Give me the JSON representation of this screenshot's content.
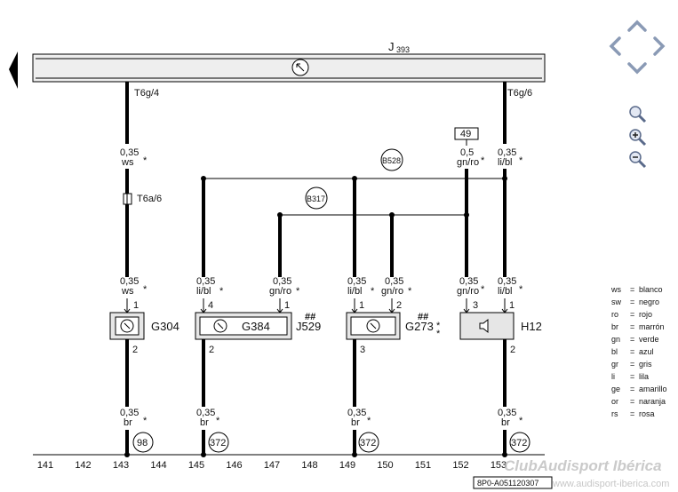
{
  "header": {
    "module_label": "J",
    "module_number": "393",
    "pin_left": "T6g/4",
    "pin_right": "T6g/6"
  },
  "connectors": {
    "t6a": "T6a/6",
    "terminal_49": "49",
    "b528": "B528",
    "b317": "B317"
  },
  "wire_labels": {
    "top_left_size": "0,35",
    "top_left_color": "ws",
    "top_mid_size": "0,5",
    "top_mid_color": "gn/ro",
    "top_right_size": "0,35",
    "top_right_color": "li/bl",
    "lower": [
      {
        "size": "0,35",
        "color": "ws",
        "pin": "1"
      },
      {
        "size": "0,35",
        "color": "li/bl",
        "pin": "4"
      },
      {
        "size": "0,35",
        "color": "gn/ro",
        "pin": "1"
      },
      {
        "size": "0,35",
        "color": "li/bl",
        "pin": "1"
      },
      {
        "size": "0,35",
        "color": "gn/ro",
        "pin": "2"
      },
      {
        "size": "0,35",
        "color": "gn/ro",
        "pin": "3"
      },
      {
        "size": "0,35",
        "color": "li/bl",
        "pin": "1"
      }
    ],
    "bottom": [
      {
        "pin": "2",
        "size": "0,35",
        "color": "br",
        "ground": "98"
      },
      {
        "pin": "2",
        "size": "0,35",
        "color": "br",
        "ground": "372"
      },
      {
        "pin": "3",
        "size": "0,35",
        "color": "br",
        "ground": "372"
      },
      {
        "pin": "2",
        "size": "0,35",
        "color": "br",
        "ground": "372"
      }
    ],
    "star": "*",
    "double_star_top": "*",
    "double_star_bottom": "*"
  },
  "components": {
    "g304": "G304",
    "g384": "G384",
    "j529": "J529",
    "g273": "G273",
    "h12": "H12",
    "hash": "##"
  },
  "legend": [
    {
      "code": "ws",
      "eq": "=",
      "name": "blanco"
    },
    {
      "code": "sw",
      "eq": "=",
      "name": "negro"
    },
    {
      "code": "ro",
      "eq": "=",
      "name": "rojo"
    },
    {
      "code": "br",
      "eq": "=",
      "name": "marrón"
    },
    {
      "code": "gn",
      "eq": "=",
      "name": "verde"
    },
    {
      "code": "bl",
      "eq": "=",
      "name": "azul"
    },
    {
      "code": "gr",
      "eq": "=",
      "name": "gris"
    },
    {
      "code": "li",
      "eq": "=",
      "name": "lila"
    },
    {
      "code": "ge",
      "eq": "=",
      "name": "amarillo"
    },
    {
      "code": "or",
      "eq": "=",
      "name": "naranja"
    },
    {
      "code": "rs",
      "eq": "=",
      "name": "rosa"
    }
  ],
  "tracks": [
    "141",
    "142",
    "143",
    "144",
    "145",
    "146",
    "147",
    "148",
    "149",
    "150",
    "151",
    "152",
    "153"
  ],
  "doc_id": "8P0-A051120307",
  "watermark": {
    "brand": "ClubAudisport Ibérica",
    "url": "www.audisport-iberica.com"
  },
  "navigation": {
    "zoom_tool_icon": "magnifier-icon",
    "zoom_in_icon": "zoom-in-icon",
    "zoom_out_icon": "zoom-out-icon",
    "back_icon": "triangle-left-icon"
  }
}
